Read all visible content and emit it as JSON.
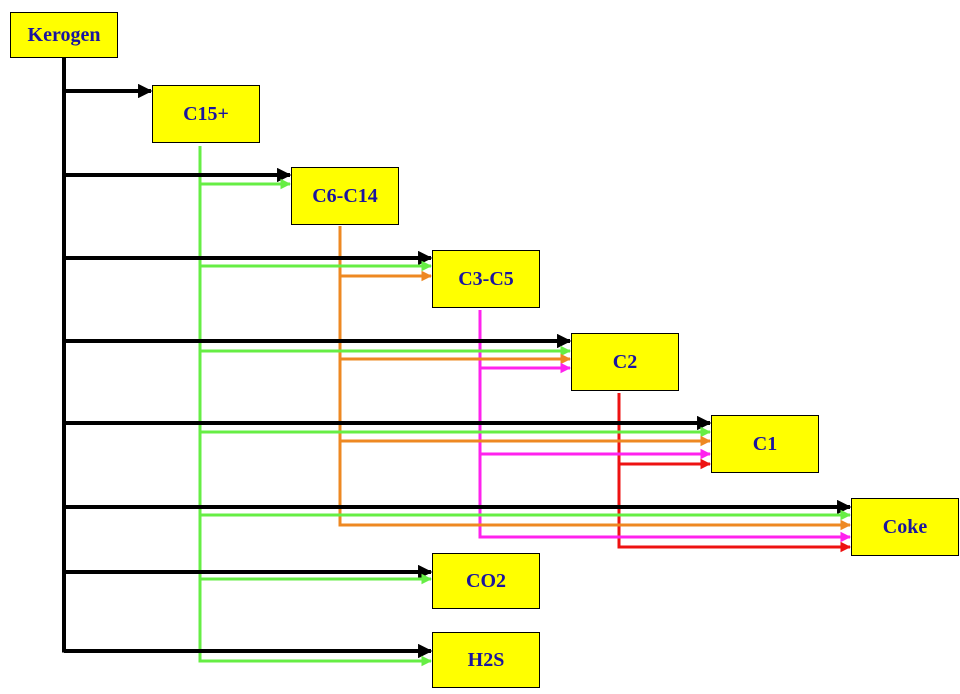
{
  "nodes": {
    "kerogen": "Kerogen",
    "c15": "C15+",
    "c6c14": "C6-C14",
    "c3c5": "C3-C5",
    "c2": "C2",
    "c1": "C1",
    "coke": "Coke",
    "co2": "CO2",
    "h2s": "H2S"
  },
  "colors": {
    "box_fill": "#ffff00",
    "label_text": "#1a14a0",
    "from_kerogen": "#000000",
    "from_c15": "#66ee44",
    "from_c6c14": "#ee8822",
    "from_c3c5": "#ff22ee",
    "from_c2": "#ee1111"
  },
  "edges": [
    {
      "from": "Kerogen",
      "to": "C15+"
    },
    {
      "from": "Kerogen",
      "to": "C6-C14"
    },
    {
      "from": "Kerogen",
      "to": "C3-C5"
    },
    {
      "from": "Kerogen",
      "to": "C2"
    },
    {
      "from": "Kerogen",
      "to": "C1"
    },
    {
      "from": "Kerogen",
      "to": "Coke"
    },
    {
      "from": "Kerogen",
      "to": "CO2"
    },
    {
      "from": "Kerogen",
      "to": "H2S"
    },
    {
      "from": "C15+",
      "to": "C6-C14"
    },
    {
      "from": "C15+",
      "to": "C3-C5"
    },
    {
      "from": "C15+",
      "to": "C2"
    },
    {
      "from": "C15+",
      "to": "C1"
    },
    {
      "from": "C15+",
      "to": "Coke"
    },
    {
      "from": "C15+",
      "to": "CO2"
    },
    {
      "from": "C15+",
      "to": "H2S"
    },
    {
      "from": "C6-C14",
      "to": "C3-C5"
    },
    {
      "from": "C6-C14",
      "to": "C2"
    },
    {
      "from": "C6-C14",
      "to": "C1"
    },
    {
      "from": "C6-C14",
      "to": "Coke"
    },
    {
      "from": "C3-C5",
      "to": "C2"
    },
    {
      "from": "C3-C5",
      "to": "C1"
    },
    {
      "from": "C3-C5",
      "to": "Coke"
    },
    {
      "from": "C2",
      "to": "C1"
    },
    {
      "from": "C2",
      "to": "Coke"
    }
  ]
}
